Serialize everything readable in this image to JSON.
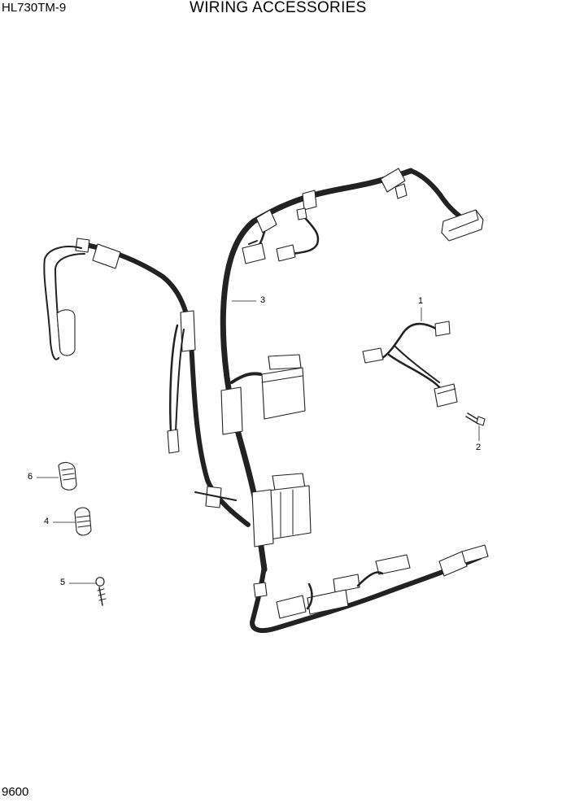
{
  "header": {
    "model": "HL730TM-9",
    "title": "WIRING ACCESSORIES"
  },
  "footer": {
    "page_number": "9600"
  },
  "callouts": {
    "c1": "1",
    "c2": "2",
    "c3": "3",
    "c4": "4",
    "c5": "5",
    "c6": "6"
  }
}
